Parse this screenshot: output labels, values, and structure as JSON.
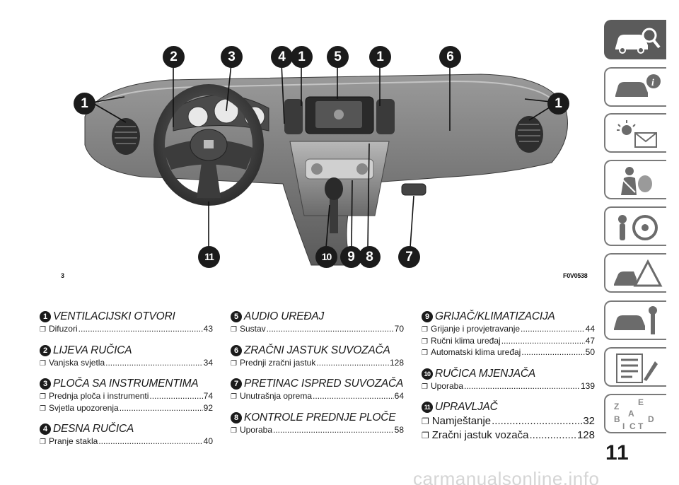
{
  "figure": {
    "number": "3",
    "code": "F0V0538",
    "callouts": [
      "1",
      "2",
      "3",
      "4",
      "5",
      "6",
      "7",
      "8",
      "9",
      "10",
      "11"
    ]
  },
  "columns": [
    {
      "sections": [
        {
          "badge": "1",
          "title": "VENTILACIJSKI OTVORI",
          "entries": [
            {
              "label": "Difuzori",
              "page": "43"
            }
          ]
        },
        {
          "badge": "2",
          "title": "LIJEVA RUČICA",
          "entries": [
            {
              "label": "Vanjska svjetla",
              "page": "34"
            }
          ]
        },
        {
          "badge": "3",
          "title": "PLOČA SA INSTRUMENTIMA",
          "entries": [
            {
              "label": "Prednja ploča i instrumenti",
              "page": "74"
            },
            {
              "label": "Svjetla upozorenja",
              "page": "92"
            }
          ]
        },
        {
          "badge": "4",
          "title": "DESNA RUČICA",
          "entries": [
            {
              "label": "Pranje stakla",
              "page": "40"
            }
          ]
        }
      ]
    },
    {
      "sections": [
        {
          "badge": "5",
          "title": "AUDIO UREĐAJ",
          "entries": [
            {
              "label": "Sustav",
              "page": "70"
            }
          ]
        },
        {
          "badge": "6",
          "title": "ZRAČNI JASTUK SUVOZAČA",
          "entries": [
            {
              "label": "Prednji zračni jastuk",
              "page": "128"
            }
          ]
        },
        {
          "badge": "7",
          "title": "PRETINAC ISPRED SUVOZAČA",
          "entries": [
            {
              "label": "Unutrašnja oprema",
              "page": "64"
            }
          ]
        },
        {
          "badge": "8",
          "title": "KONTROLE PREDNJE PLOČE",
          "entries": [
            {
              "label": "Uporaba",
              "page": "58"
            }
          ]
        }
      ]
    },
    {
      "sections": [
        {
          "badge": "9",
          "title": "GRIJAČ/KLIMATIZACIJA",
          "entries": [
            {
              "label": "Grijanje i provjetravanje",
              "page": "44"
            },
            {
              "label": "Ručni klima uređaj",
              "page": "47"
            },
            {
              "label": "Automatski klima uređaj",
              "page": "50"
            }
          ]
        },
        {
          "badge": "10",
          "title": "RUČICA MJENJAČA",
          "entries": [
            {
              "label": "Uporaba",
              "page": "139"
            }
          ]
        },
        {
          "badge": "11",
          "title": "UPRAVLJAČ",
          "entries": [
            {
              "label": "Namještanje",
              "page": "32",
              "big": true
            },
            {
              "label": "Zračni jastuk vozača",
              "page": "128",
              "big": true
            }
          ]
        }
      ]
    }
  ],
  "page_number": "11",
  "watermark": "carmanualsonline.info",
  "tabs": [
    "car-search-icon",
    "car-info-icon",
    "warning-lights-icon",
    "seatbelt-airbag-icon",
    "key-wheel-icon",
    "accident-warning-icon",
    "car-service-icon",
    "specifications-icon",
    "alphabetical-index-icon"
  ],
  "colors": {
    "tab_active": "#5b5b5b",
    "tab_border": "#7a7a7a",
    "callout": "#1b1b1b"
  }
}
